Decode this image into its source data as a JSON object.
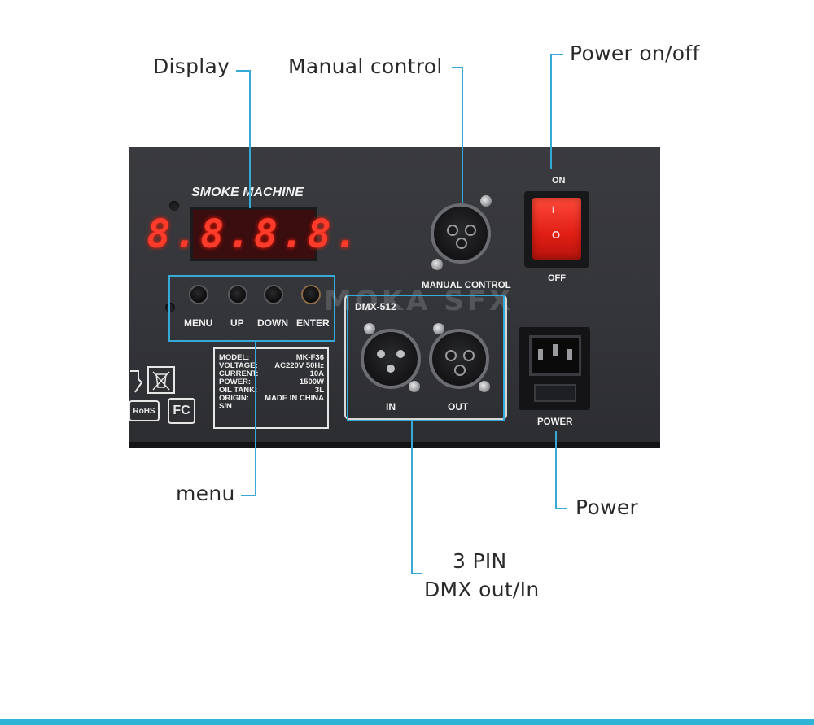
{
  "callouts": {
    "display": "Display",
    "manual_control": "Manual control",
    "power_onoff": "Power on/off",
    "menu": "menu",
    "power": "Power",
    "dmx_line1": "3 PIN",
    "dmx_line2": "DMX out/In"
  },
  "panel": {
    "title": "SMOKE MACHINE",
    "display_digits": "8.8.8.8.",
    "buttons": [
      "MENU",
      "UP",
      "DOWN",
      "ENTER"
    ],
    "manual_control_label": "MANUAL CONTROL",
    "switch_on": "ON",
    "switch_off": "OFF",
    "switch_on_mark": "I",
    "switch_off_mark": "O",
    "dmx_label": "DMX-512",
    "dmx_in": "IN",
    "dmx_out": "OUT",
    "power_label": "POWER",
    "watermark": "MOKA SFX",
    "rohs": "RoHS",
    "fc": "FC",
    "spec": {
      "model_label": "MODEL:",
      "model_value": "MK-F36",
      "voltage_label": "VOLTAGE:",
      "voltage_value": "AC220V 50Hz",
      "current_label": "CURRENT:",
      "current_value": "10A",
      "power_label": "POWER:",
      "power_value": "1500W",
      "oil_label": "OIL TANK:",
      "oil_value": "3L",
      "origin_label": "ORIGIN:",
      "origin_value": "MADE IN CHINA",
      "sn_label": "S/N",
      "sn_value": ""
    }
  },
  "colors": {
    "callout_line": "#37a9d6",
    "panel": "#36373b",
    "display_digits": "#ff3b2b",
    "switch": "#e8231a",
    "bottom_bar": "#2fb4d6"
  }
}
